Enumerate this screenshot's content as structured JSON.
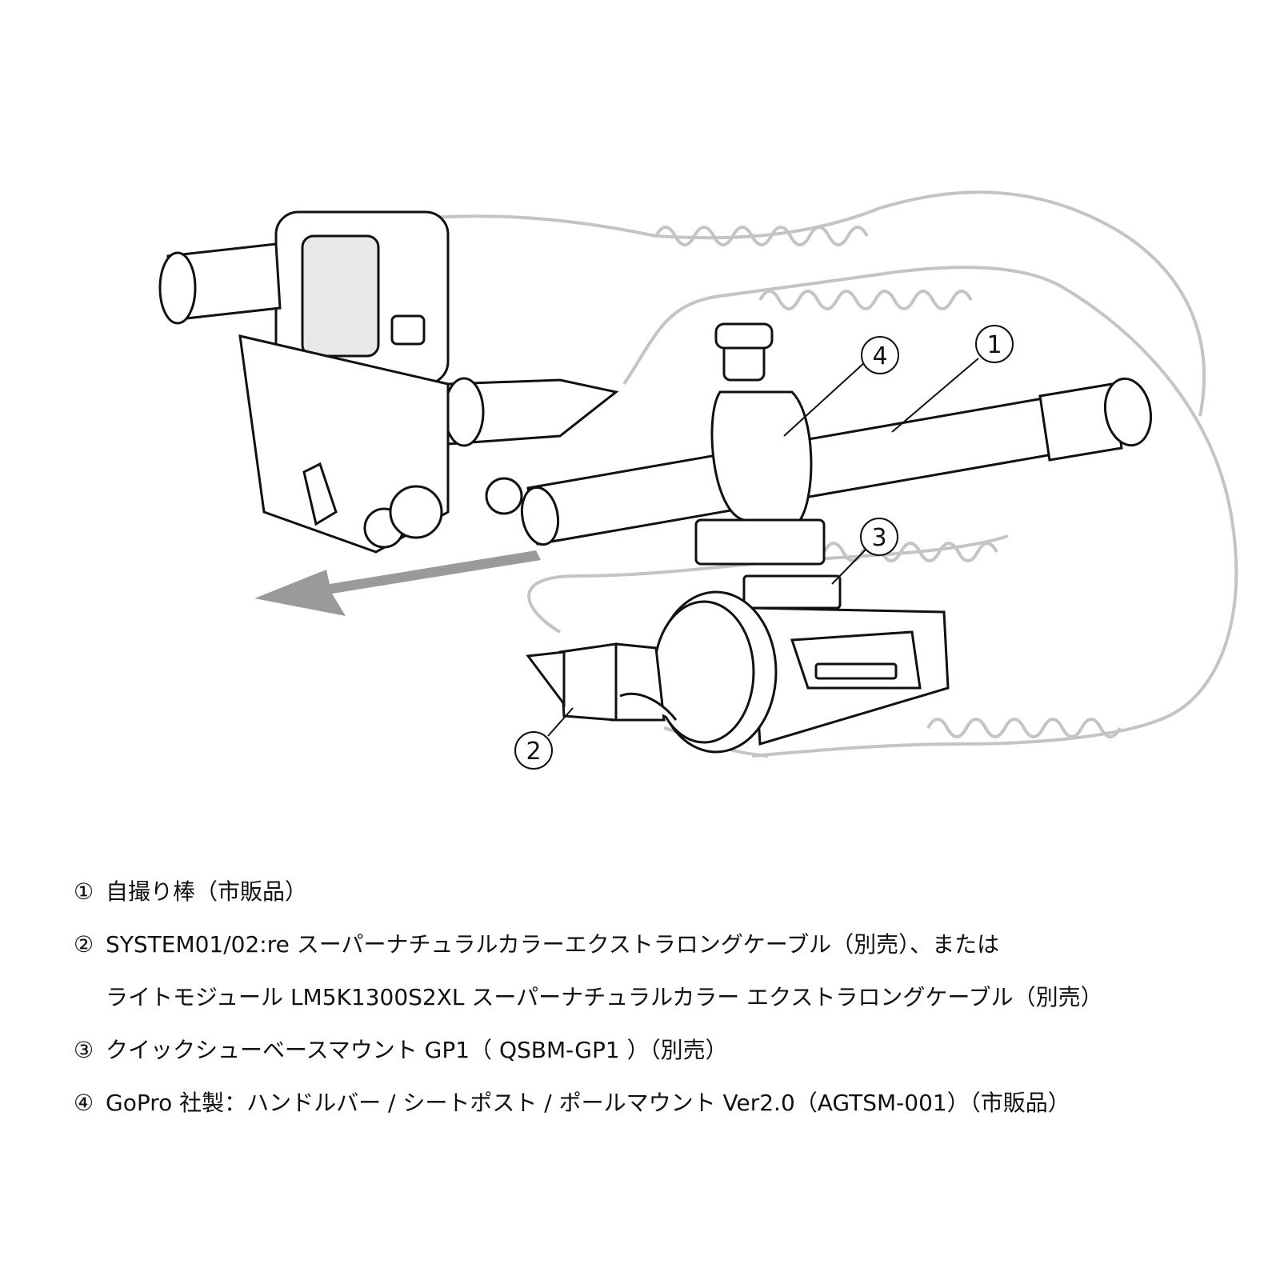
{
  "callouts": {
    "c1": "1",
    "c2": "2",
    "c3": "3",
    "c4": "4"
  },
  "legend": [
    {
      "num": "①",
      "text": "自撮り棒（市販品）"
    },
    {
      "num": "②",
      "text": "SYSTEM01/02:re スーパーナチュラルカラーエクストラロングケーブル（別売）、または"
    },
    {
      "num": "",
      "text": "ライトモジュール LM5K1300S2XL スーパーナチュラルカラー エクストラロングケーブル（別売）"
    },
    {
      "num": "③",
      "text": "クイックシューベースマウント GP1（ QSBM-GP1 ）（別売）"
    },
    {
      "num": "④",
      "text": "GoPro 社製：ハンドルバー / シートポスト / ポールマウント Ver2.0（AGTSM-001）（市販品）"
    }
  ],
  "colors": {
    "line": "#111111",
    "cable": "#bdbdbd",
    "arrow": "#9a9a9a"
  }
}
